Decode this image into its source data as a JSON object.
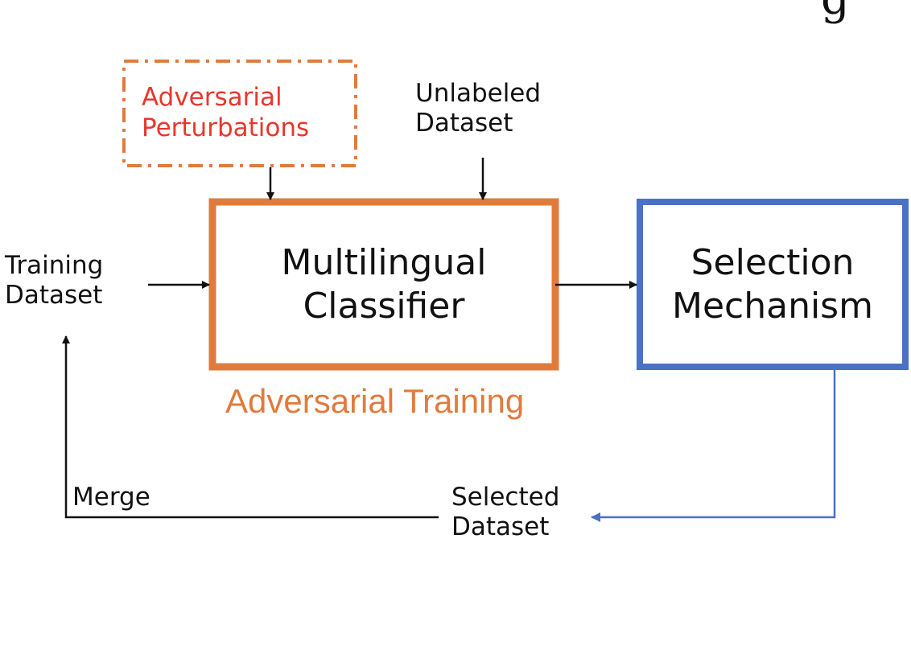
{
  "diagram": {
    "colors": {
      "orange": "#e07b3c",
      "blue": "#4a72c4",
      "red": "#e8372c",
      "arrow": "#111111"
    },
    "adversarial_perturbations": {
      "line1": "Adversarial",
      "line2": "Perturbations"
    },
    "unlabeled_dataset": {
      "line1": "Unlabeled",
      "line2": "Dataset"
    },
    "training_dataset": {
      "line1": "Training",
      "line2": "Dataset"
    },
    "classifier": {
      "line1": "Multilingual",
      "line2": "Classifier"
    },
    "selection": {
      "line1": "Selection",
      "line2": "Mechanism"
    },
    "adversarial_training_label": "Adversarial Training",
    "merge_label": "Merge",
    "selected_dataset": {
      "line1": "Selected",
      "line2": "Dataset"
    },
    "top_cut_text": "g"
  }
}
